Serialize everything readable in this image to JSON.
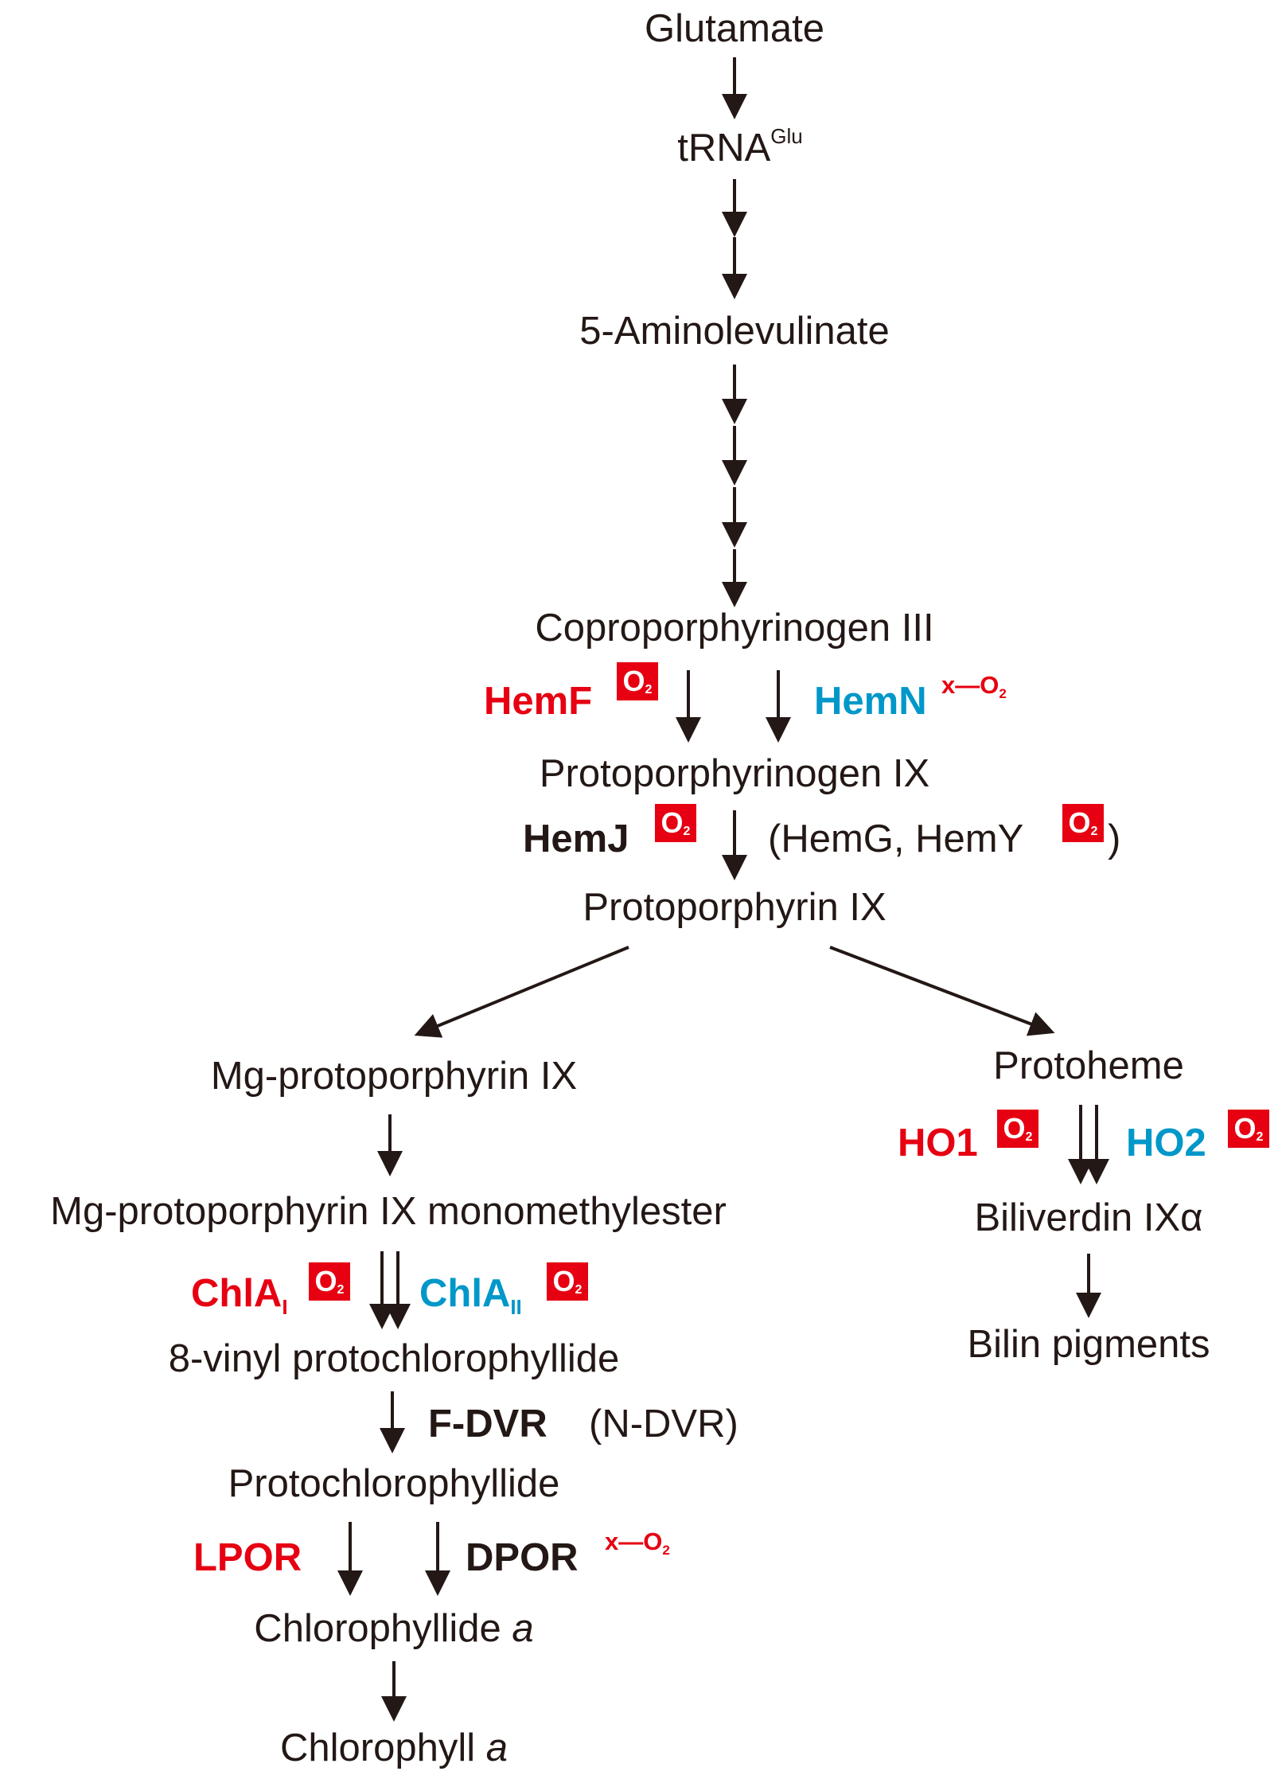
{
  "nodes": {
    "glutamate": "Glutamate",
    "trna": "tRNA",
    "trna_sup": "Glu",
    "ala5": "5-Aminolevulinate",
    "copro": "Coproporphyrinogen III",
    "protogen": "Protoporphyrinogen IX",
    "proto": "Protoporphyrin IX",
    "mgproto": "Mg-protoporphyrin IX",
    "protoheme": "Protoheme",
    "mgprotome": "Mg-protoporphyrin IX monomethylester",
    "biliverdin": "Biliverdin IXα",
    "vinyl": "8-vinyl protochlorophyllide",
    "bilin": "Bilin pigments",
    "protochl": "Protochlorophyllide",
    "chlide_main": "Chlorophyllide ",
    "chlide_ital": "a",
    "chl_main": "Chlorophyll ",
    "chl_ital": "a"
  },
  "enzymes": {
    "hemf": "HemF",
    "hemn": "HemN",
    "hemj": "HemJ",
    "hemg_paren": "(HemG, HemY",
    "paren_close": ")",
    "ho1": "HO1",
    "ho2": "HO2",
    "chla1": "ChlA",
    "chla1_sub": "I",
    "chla2": "ChlA",
    "chla2_sub": "II",
    "fdvr": "F-DVR",
    "ndvr": "(N-DVR)",
    "lpor": "LPOR",
    "dpor": "DPOR"
  },
  "badges": {
    "o2_main": "O",
    "o2_sub": "2",
    "x_o2_main": "x—O",
    "x_o2_sub": "2"
  },
  "colors": {
    "oxygen_dependent": "#e60012",
    "oxygen_independent": "#0097c9",
    "text": "#231815"
  }
}
